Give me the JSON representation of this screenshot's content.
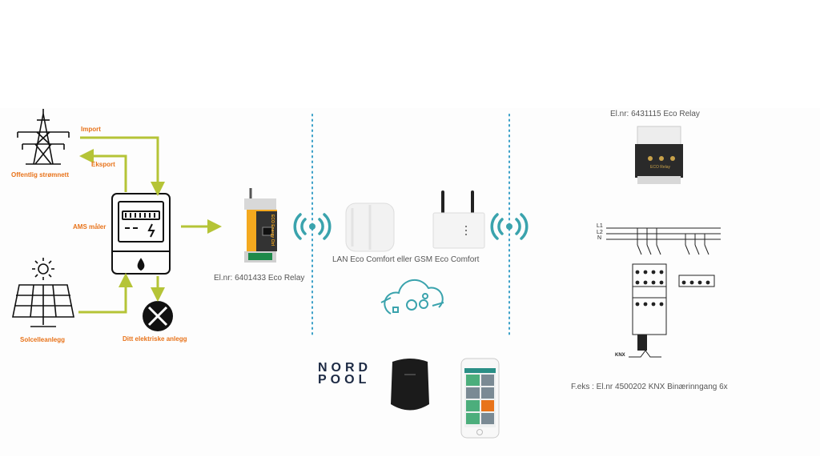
{
  "left_panel": {
    "public_grid_label": "Offentlig strømnett",
    "import_label": "Import",
    "export_label": "Eksport",
    "meter_label": "AMS måler",
    "solar_label": "Solcelleanlegg",
    "installation_label": "Ditt elektriske anlegg"
  },
  "middle_panel": {
    "relay_label": "El.nr: 6401433 Eco Relay",
    "gateway_label": "LAN Eco Comfort eller GSM Eco Comfort",
    "relay_device_text": "ECO Energy Ctrl",
    "nordpool_line1": "NORD",
    "nordpool_line2": "POOL"
  },
  "right_panel": {
    "relay_label": "El.nr: 6431115 Eco Relay",
    "relay_device_text": "ECO Relay",
    "line_labels": [
      "L1",
      "L2",
      "N"
    ],
    "knx_label": "KNX",
    "binary_input_label": "F.eks : El.nr 4500202 KNX Binærinngang 6x"
  },
  "colors": {
    "arrow_green": "#b5c437",
    "orange_text": "#e8731a",
    "wifi_teal": "#3aa3ad",
    "divider_blue": "#3aa0c8"
  }
}
